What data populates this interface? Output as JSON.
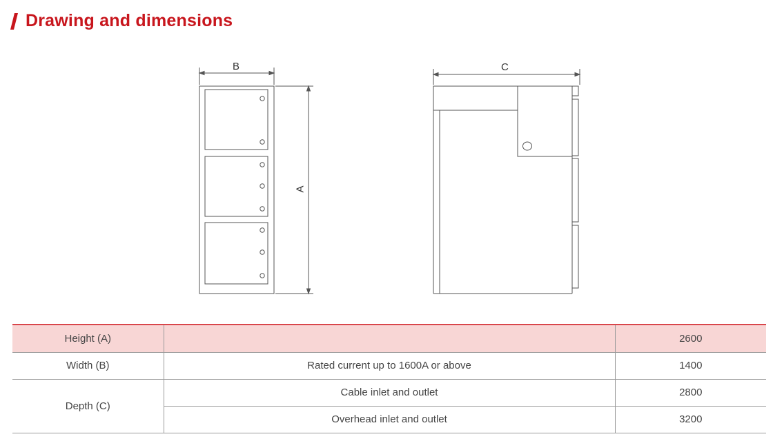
{
  "header": {
    "title": "Drawing and dimensions"
  },
  "drawing": {
    "label_b": "B",
    "label_a": "A",
    "label_c": "C"
  },
  "table": {
    "height_label": "Height (A)",
    "height_value": "2600",
    "width_label": "Width (B)",
    "width_desc": "Rated current up to 1600A or above",
    "width_value": "1400",
    "depth_label": "Depth (C)",
    "depth_cable_desc": "Cable inlet and outlet",
    "depth_cable_value": "2800",
    "depth_overhead_desc": "Overhead inlet and outlet",
    "depth_overhead_value": "3200"
  },
  "colors": {
    "accent": "#c8161d",
    "header_row_bg": "#f8d6d5",
    "line": "#555555"
  }
}
